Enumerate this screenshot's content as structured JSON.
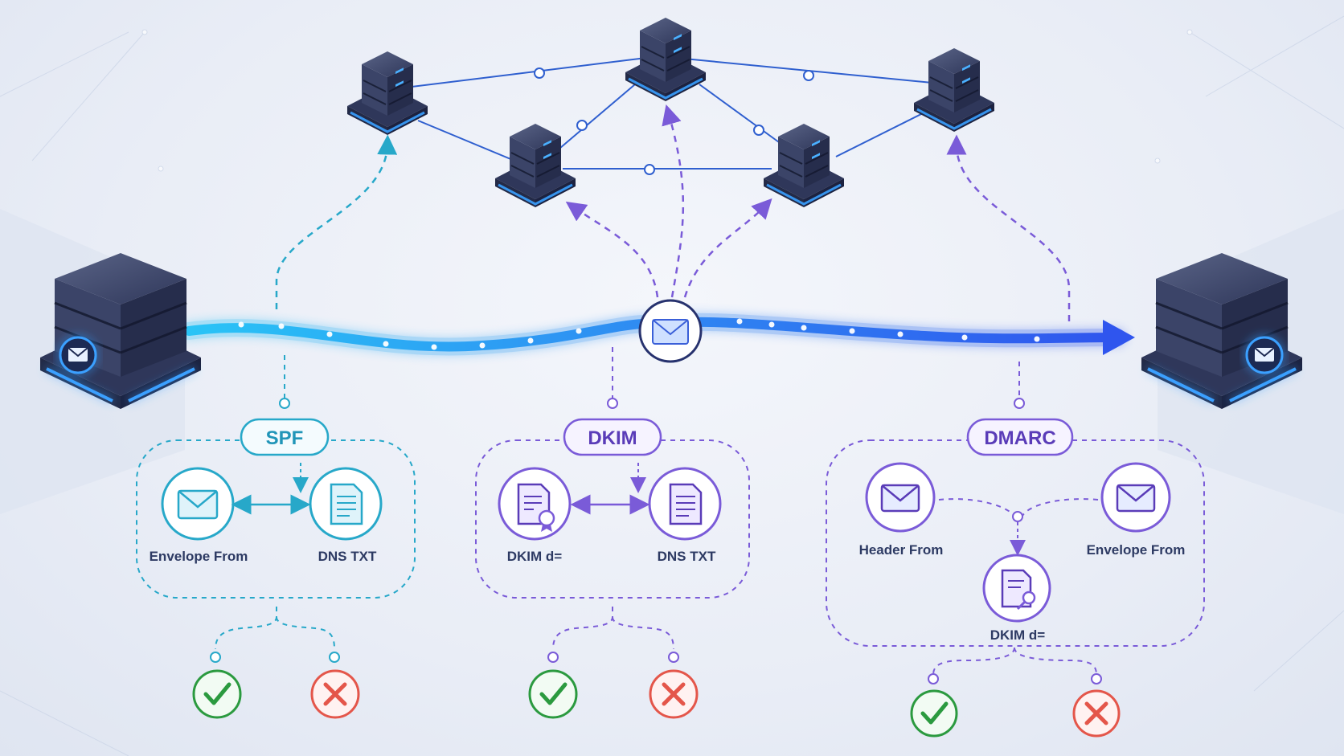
{
  "colors": {
    "spf": "#27a8c9",
    "dkim": "#7a5bd8",
    "dmarc": "#7a5bd8",
    "network_line": "#2f5fcf",
    "flow_start": "#29b4f2",
    "flow_end": "#2f5ff0",
    "pass": "#2b9a3f",
    "fail": "#e4564a",
    "server_body": "#3a4466",
    "server_glow": "#3aa0ff"
  },
  "icons": {
    "sender": "mail-server-icon",
    "receiver": "mail-server-icon",
    "message": "envelope-icon",
    "network_nodes": "server-icon",
    "pass": "check-icon",
    "fail": "cross-icon"
  },
  "spf": {
    "title": "SPF",
    "left_label": "Envelope From",
    "right_label": "DNS TXT"
  },
  "dkim": {
    "title": "DKIM",
    "left_label": "DKIM d=",
    "right_label": "DNS TXT"
  },
  "dmarc": {
    "title": "DMARC",
    "left_label": "Header From",
    "right_label": "Envelope From",
    "bottom_label": "DKIM d="
  }
}
